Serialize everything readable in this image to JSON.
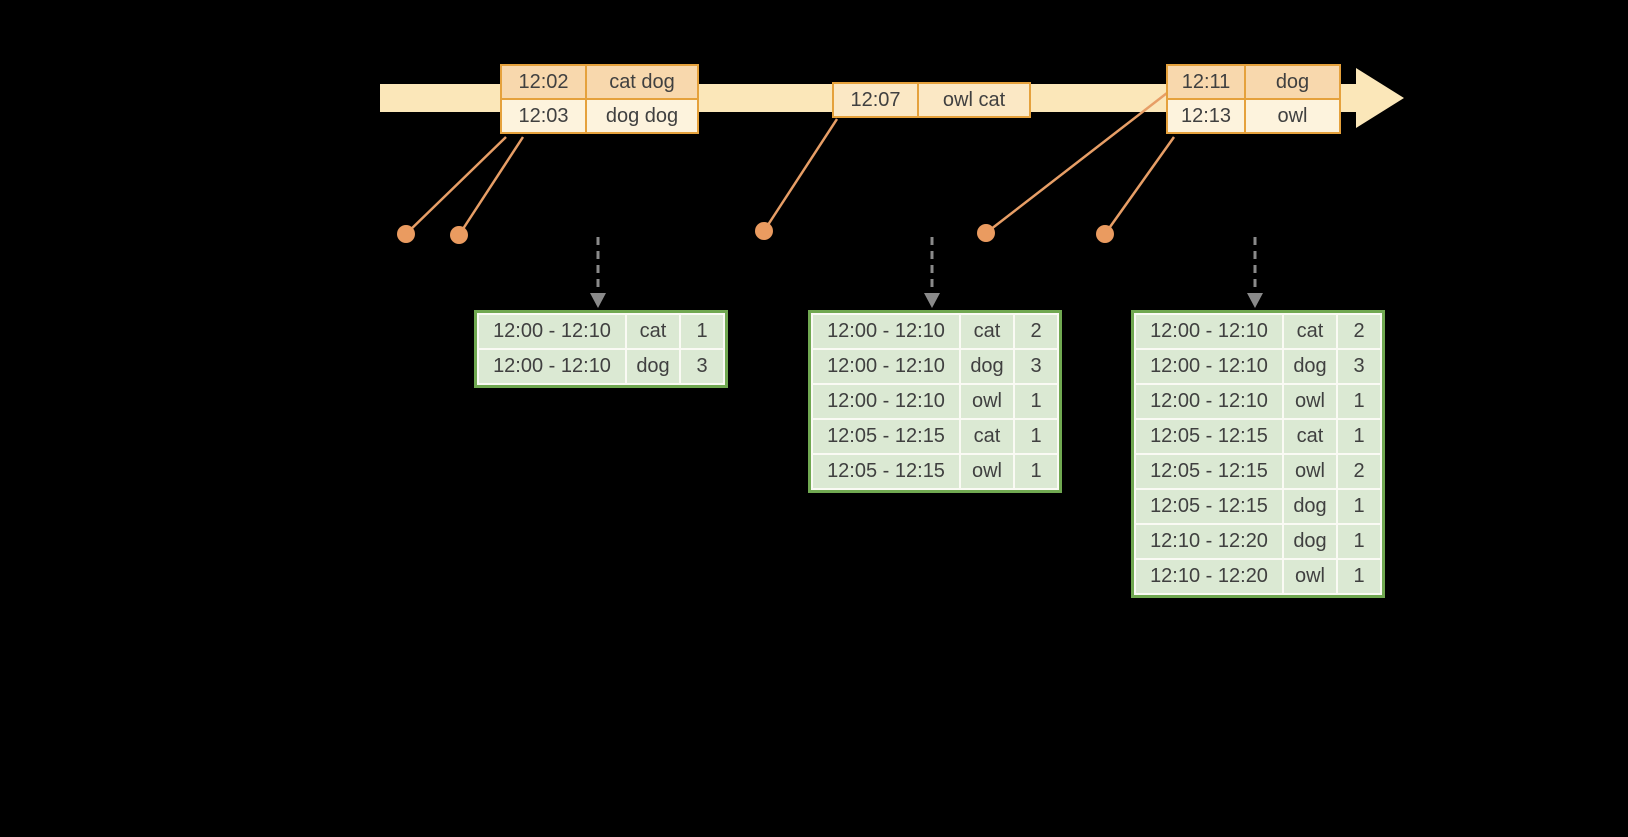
{
  "diagram": {
    "kind": "event-time-windowed-aggregation-timeline"
  },
  "colors": {
    "background": "#000000",
    "timeline_arrow": "#FBE7B9",
    "event_table_border": "#E5A13C",
    "event_row_peach": "#F8D8AD",
    "event_row_cream": "#FDF3DD",
    "event_row_mid": "#FBE8C5",
    "event_dot": "#EA9B60",
    "connector_line": "#E79E66",
    "trigger_arrow": "#8A8A8A",
    "result_table_border": "#70A851",
    "result_cell_fill": "#DBE9D3",
    "cell_text": "#404040"
  },
  "event_tables": [
    {
      "rows": [
        {
          "time": "12:02",
          "words": "cat dog"
        },
        {
          "time": "12:03",
          "words": "dog dog"
        }
      ]
    },
    {
      "rows": [
        {
          "time": "12:07",
          "words": "owl cat"
        }
      ]
    },
    {
      "rows": [
        {
          "time": "12:11",
          "words": "dog"
        },
        {
          "time": "12:13",
          "words": "owl"
        }
      ]
    }
  ],
  "result_tables": [
    {
      "rows": [
        {
          "window": "12:00 - 12:10",
          "word": "cat",
          "count": "1"
        },
        {
          "window": "12:00 - 12:10",
          "word": "dog",
          "count": "3"
        }
      ]
    },
    {
      "rows": [
        {
          "window": "12:00 - 12:10",
          "word": "cat",
          "count": "2"
        },
        {
          "window": "12:00 - 12:10",
          "word": "dog",
          "count": "3"
        },
        {
          "window": "12:00 - 12:10",
          "word": "owl",
          "count": "1"
        },
        {
          "window": "12:05 - 12:15",
          "word": "cat",
          "count": "1"
        },
        {
          "window": "12:05 - 12:15",
          "word": "owl",
          "count": "1"
        }
      ]
    },
    {
      "rows": [
        {
          "window": "12:00 - 12:10",
          "word": "cat",
          "count": "2"
        },
        {
          "window": "12:00 - 12:10",
          "word": "dog",
          "count": "3"
        },
        {
          "window": "12:00 - 12:10",
          "word": "owl",
          "count": "1"
        },
        {
          "window": "12:05 - 12:15",
          "word": "cat",
          "count": "1"
        },
        {
          "window": "12:05 - 12:15",
          "word": "owl",
          "count": "2"
        },
        {
          "window": "12:05 - 12:15",
          "word": "dog",
          "count": "1"
        },
        {
          "window": "12:10 - 12:20",
          "word": "dog",
          "count": "1"
        },
        {
          "window": "12:10 - 12:20",
          "word": "owl",
          "count": "1"
        }
      ]
    }
  ]
}
